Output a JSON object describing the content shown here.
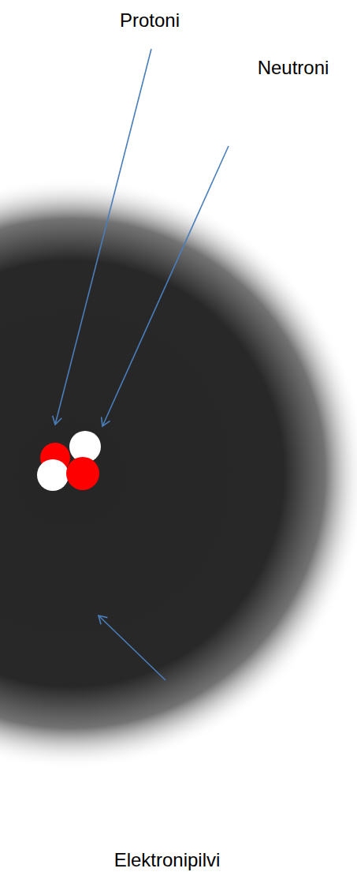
{
  "diagram": {
    "labels": [
      "Protoni",
      "Neutroni",
      "Elektronipilvi"
    ]
  }
}
